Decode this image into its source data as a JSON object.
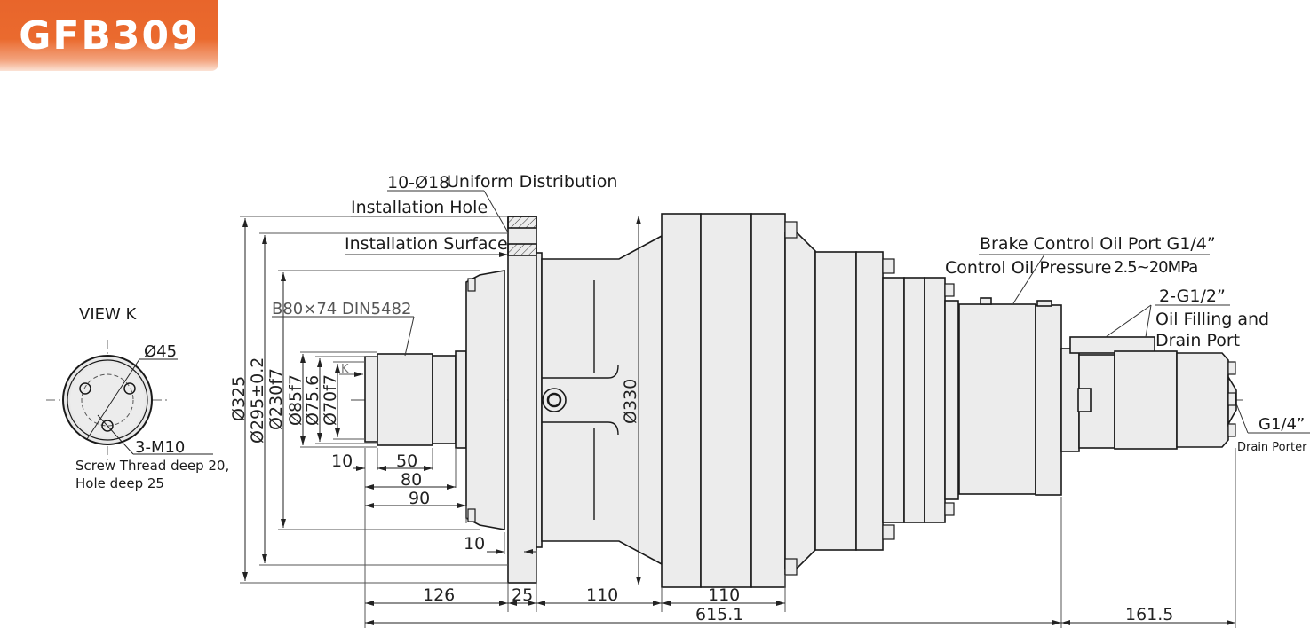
{
  "header": {
    "model": "GFB309",
    "badge_color": "#e8652b"
  },
  "view_k": {
    "title": "VIEW K",
    "diameter": "Ø45",
    "thread": "3-M10",
    "note_line1": "Screw Thread deep 20,",
    "note_line2": "Hole deep 25"
  },
  "callouts": {
    "holes": "10-Ø18",
    "holes_note": "Uniform Distribution",
    "install_hole": "Installation Hole",
    "install_surface": "Installation Surface",
    "spline": "B80×74 DIN5482",
    "view_marker": "K",
    "brake_port": "Brake Control Oil Port G1/4”",
    "control_pressure": "Control Oil Pressure",
    "pressure_range": "2.5~20MPa",
    "oil_ports": "2-G1/2”",
    "oil_fill_line1": "Oil Filling and",
    "oil_fill_line2": "Drain Port",
    "drain_port": "G1/4”",
    "drain_label": "Drain Porter"
  },
  "diameters": {
    "d325": "Ø325",
    "d295": "Ø295±0.2",
    "d230": "Ø230f7",
    "d85": "Ø85f7",
    "d75": "Ø75.6",
    "d70": "Ø70f7",
    "d330": "Ø330"
  },
  "lengths": {
    "l10a": "10",
    "l50": "50",
    "l80": "80",
    "l90": "90",
    "l10b": "10",
    "l126": "126",
    "l25": "25",
    "l110a": "110",
    "l110b": "110",
    "l615": "615.1",
    "l161": "161.5"
  },
  "colors": {
    "line": "#1a1a1a",
    "fill": "#ececec",
    "thin": "#555555"
  }
}
